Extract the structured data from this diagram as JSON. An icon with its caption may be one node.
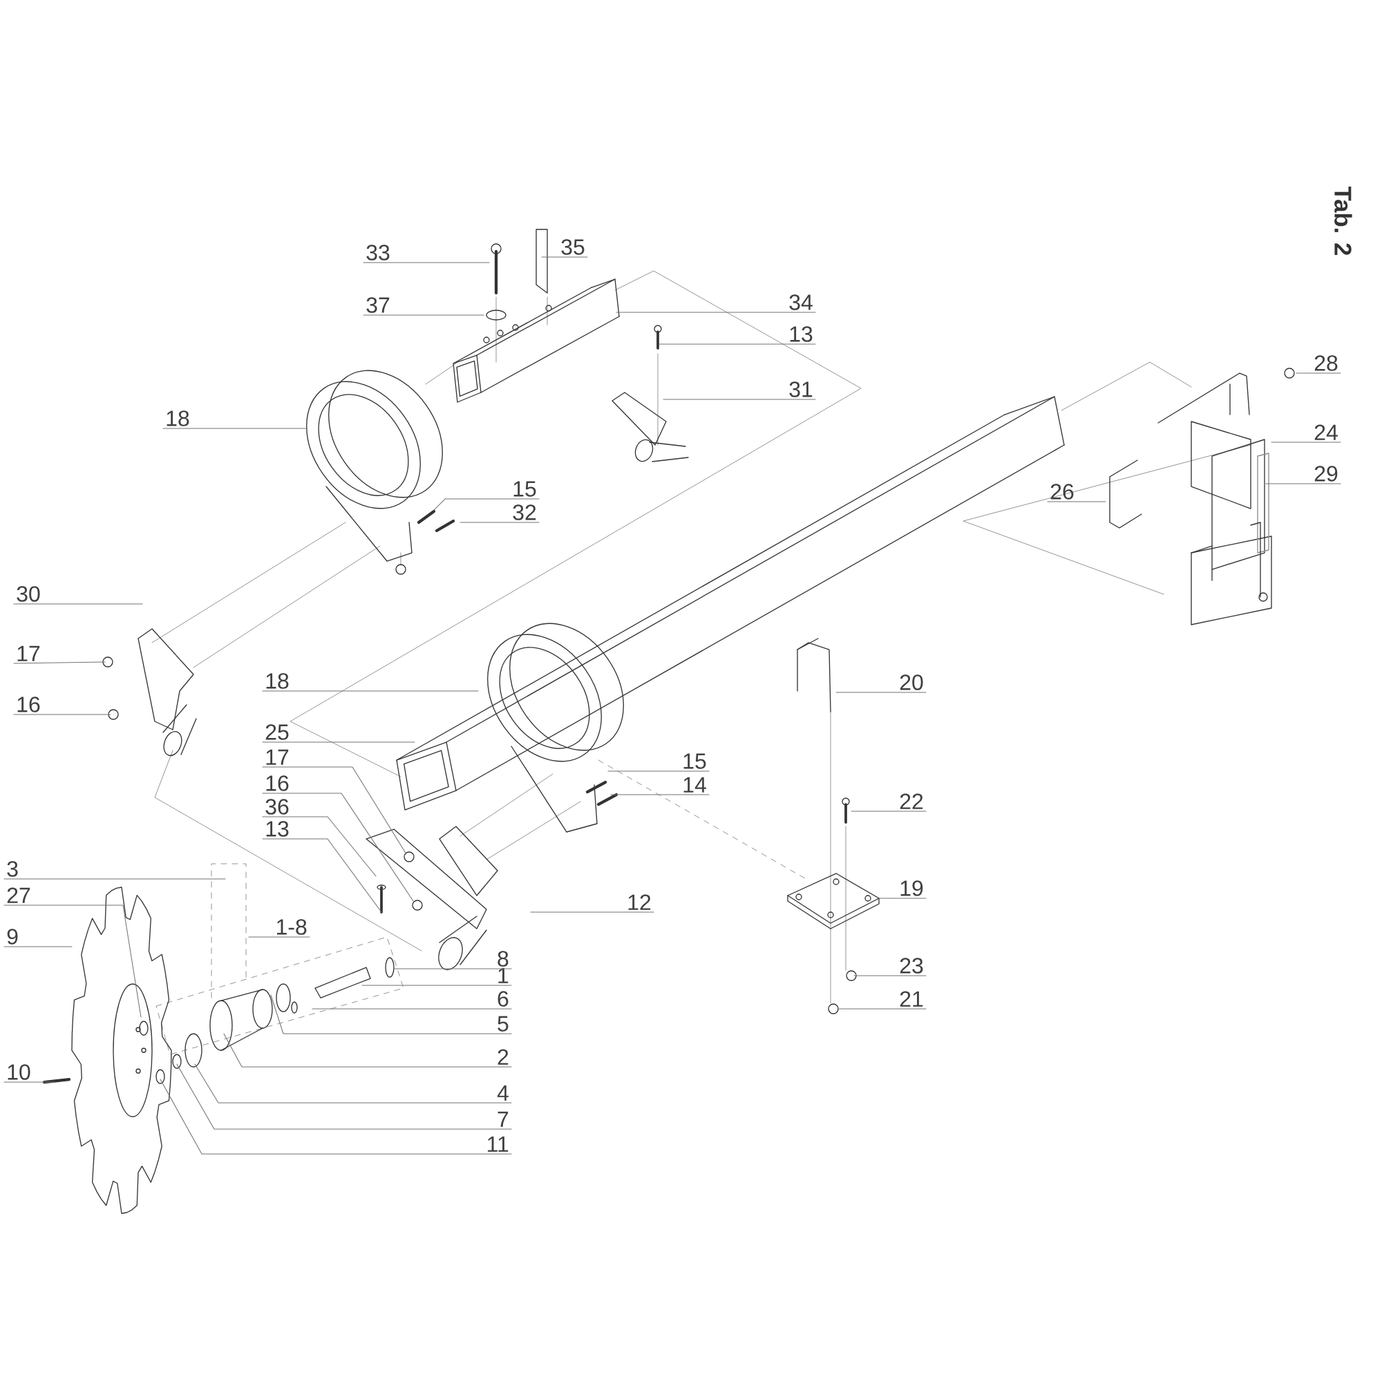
{
  "diagram": {
    "nodes": [
      {
        "text": [
          "35"
        ]
      },
      {
        "text": [
          "33"
        ]
      },
      {
        "text": [
          "37"
        ]
      },
      {
        "text": [
          "34"
        ]
      },
      {
        "text": [
          "13"
        ]
      },
      {
        "text": [
          "28"
        ]
      },
      {
        "text": [
          "31"
        ]
      },
      {
        "text": [
          "18"
        ]
      },
      {
        "text": [
          "24"
        ]
      },
      {
        "text": [
          "29"
        ]
      },
      {
        "text": [
          "15"
        ]
      },
      {
        "text": [
          "26"
        ]
      },
      {
        "text": [
          "32"
        ]
      },
      {
        "text": [
          "30"
        ]
      },
      {
        "text": [
          "17"
        ]
      },
      {
        "text": [
          "16"
        ]
      },
      {
        "text": [
          "18"
        ]
      },
      {
        "text": [
          "20"
        ]
      },
      {
        "text": [
          "25"
        ]
      },
      {
        "text": [
          "17"
        ]
      },
      {
        "text": [
          "15"
        ]
      },
      {
        "text": [
          "14"
        ]
      },
      {
        "text": [
          "16"
        ]
      },
      {
        "text": [
          "22"
        ]
      },
      {
        "text": [
          "36"
        ]
      },
      {
        "text": [
          "13"
        ]
      },
      {
        "text": [
          "3"
        ]
      },
      {
        "text": [
          "19"
        ]
      },
      {
        "text": [
          "27"
        ]
      },
      {
        "text": [
          "12"
        ]
      },
      {
        "text": [
          "1-8"
        ]
      },
      {
        "text": [
          "9"
        ]
      },
      {
        "text": [
          "8"
        ]
      },
      {
        "text": [
          "23"
        ]
      },
      {
        "text": [
          "1"
        ]
      },
      {
        "text": [
          "6"
        ]
      },
      {
        "text": [
          "5"
        ]
      },
      {
        "text": [
          "21"
        ]
      },
      {
        "text": [
          "2"
        ]
      },
      {
        "text": [
          "10"
        ]
      },
      {
        "text": [
          "4"
        ]
      },
      {
        "text": [
          "7"
        ]
      },
      {
        "text": [
          "11"
        ]
      }
    ],
    "edges": [
      {
        "from": 0,
        "to": null,
        "arrow": "none"
      },
      {
        "from": 1,
        "to": null,
        "arrow": "none"
      },
      {
        "from": 2,
        "to": null,
        "arrow": "none"
      },
      {
        "from": 3,
        "to": null,
        "arrow": "none"
      },
      {
        "from": 4,
        "to": null,
        "arrow": "none"
      },
      {
        "from": 5,
        "to": null,
        "arrow": "none"
      },
      {
        "from": 6,
        "to": null,
        "arrow": "none"
      },
      {
        "from": 7,
        "to": null,
        "arrow": "none"
      },
      {
        "from": 8,
        "to": null,
        "arrow": "none"
      },
      {
        "from": 9,
        "to": null,
        "arrow": "none"
      },
      {
        "from": 10,
        "to": null,
        "arrow": "none"
      },
      {
        "from": 11,
        "to": null,
        "arrow": "none"
      },
      {
        "from": 12,
        "to": null,
        "arrow": "none"
      },
      {
        "from": 13,
        "to": null,
        "arrow": "none"
      },
      {
        "from": 14,
        "to": null,
        "arrow": "none"
      },
      {
        "from": 15,
        "to": null,
        "arrow": "none"
      },
      {
        "from": 16,
        "to": null,
        "arrow": "none"
      },
      {
        "from": 17,
        "to": null,
        "arrow": "none"
      },
      {
        "from": 18,
        "to": null,
        "arrow": "none"
      },
      {
        "from": 19,
        "to": null,
        "arrow": "none"
      },
      {
        "from": 20,
        "to": null,
        "arrow": "none"
      },
      {
        "from": 21,
        "to": null,
        "arrow": "none"
      },
      {
        "from": 22,
        "to": null,
        "arrow": "none"
      },
      {
        "from": 23,
        "to": null,
        "arrow": "none"
      },
      {
        "from": 24,
        "to": null,
        "arrow": "none"
      },
      {
        "from": 25,
        "to": null,
        "arrow": "none"
      },
      {
        "from": 26,
        "to": null,
        "arrow": "none"
      },
      {
        "from": 27,
        "to": null,
        "arrow": "none"
      },
      {
        "from": 28,
        "to": null,
        "arrow": "none"
      },
      {
        "from": 29,
        "to": null,
        "arrow": "none"
      },
      {
        "from": 30,
        "to": null,
        "arrow": "none"
      },
      {
        "from": 31,
        "to": null,
        "arrow": "none"
      },
      {
        "from": 32,
        "to": null,
        "arrow": "none"
      },
      {
        "from": 33,
        "to": null,
        "arrow": "none"
      },
      {
        "from": 34,
        "to": null,
        "arrow": "none"
      },
      {
        "from": 35,
        "to": null,
        "arrow": "none"
      },
      {
        "from": 36,
        "to": null,
        "arrow": "none"
      },
      {
        "from": 37,
        "to": null,
        "arrow": "none"
      },
      {
        "from": 38,
        "to": null,
        "arrow": "none"
      },
      {
        "from": 39,
        "to": null,
        "arrow": "none"
      },
      {
        "from": 40,
        "to": null,
        "arrow": "none"
      },
      {
        "from": 41,
        "to": null,
        "arrow": "none"
      },
      {
        "from": 42,
        "to": null,
        "arrow": "none"
      }
    ],
    "labels": [
      "Tab. 2"
    ]
  }
}
